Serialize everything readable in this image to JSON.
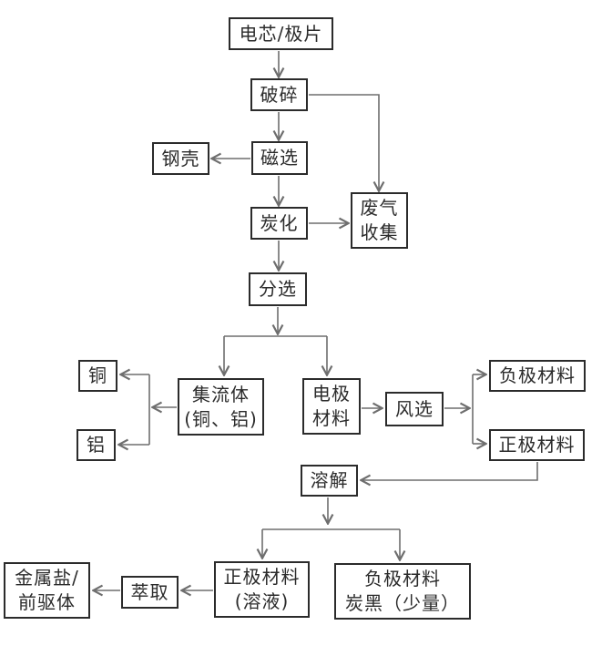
{
  "diagram": {
    "description_type": "flowchart",
    "language": "zh-CN",
    "colors": {
      "background": "#ffffff",
      "box_border": "#2b2b2b",
      "connector_line": "#6e6e6e",
      "text": "#2b2b2b"
    },
    "nodes": {
      "cell": {
        "label": "电芯/极片"
      },
      "crush": {
        "label": "破碎"
      },
      "steel_shell": {
        "label": "钢壳"
      },
      "magnetic": {
        "label": "磁选"
      },
      "carbonize": {
        "label": "炭化"
      },
      "waste_gas": {
        "line1": "废气",
        "line2": "收集"
      },
      "sorting": {
        "label": "分选"
      },
      "copper": {
        "label": "铜"
      },
      "aluminum": {
        "label": "铝"
      },
      "collector": {
        "line1": "集流体",
        "line2": "(铜、铝)"
      },
      "electrode": {
        "line1": "电极",
        "line2": "材料"
      },
      "air_separation": {
        "label": "风选"
      },
      "anode_material": {
        "label": "负极材料"
      },
      "cathode_material": {
        "label": "正极材料"
      },
      "dissolve": {
        "label": "溶解"
      },
      "metal_salt": {
        "line1": "金属盐/",
        "line2": "前驱体"
      },
      "extraction": {
        "label": "萃取"
      },
      "cathode_solution": {
        "line1": "正极材料",
        "line2": "(溶液)"
      },
      "anode_carbon_black": {
        "line1": "负极材料",
        "line2": "炭黑（少量）"
      }
    },
    "edges": [
      "电芯/极片 → 破碎",
      "破碎 → 磁选",
      "破碎 → 废气收集",
      "磁选 → 钢壳",
      "磁选 → 炭化",
      "炭化 → 废气收集",
      "炭化 → 分选",
      "分选 → 集流体(铜、铝)",
      "分选 → 电极材料",
      "集流体(铜、铝) → 铜",
      "集流体(铜、铝) → 铝",
      "电极材料 → 风选",
      "风选 → 负极材料",
      "风选 → 正极材料",
      "正极材料 → 溶解",
      "溶解 → 正极材料(溶液)",
      "溶解 → 负极材料炭黑（少量）",
      "正极材料(溶液) → 萃取",
      "萃取 → 金属盐/前驱体"
    ]
  }
}
